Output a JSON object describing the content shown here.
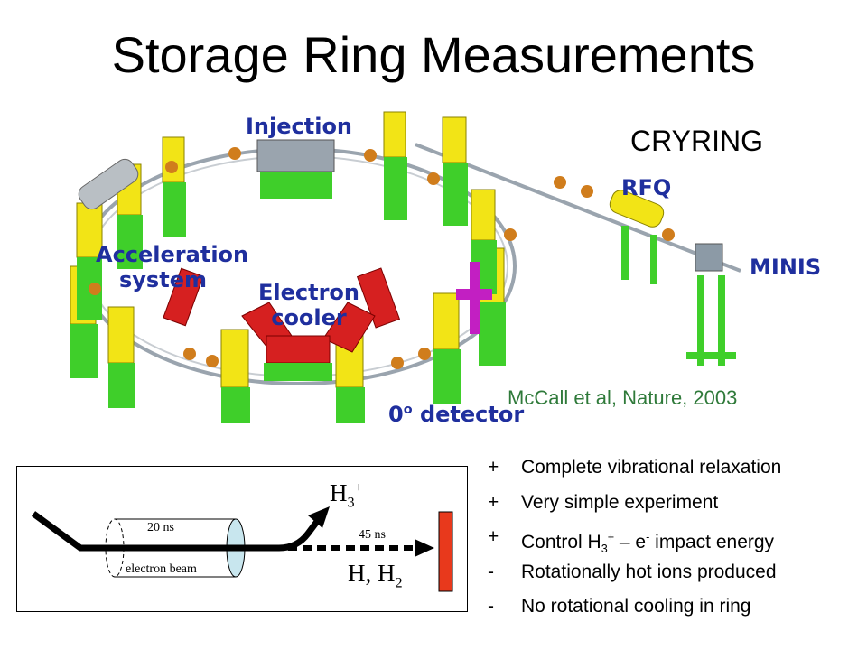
{
  "slide": {
    "title": "Storage Ring Measurements",
    "cryring_label": "CRYRING",
    "citation": "McCall et al, Nature, 2003"
  },
  "ring_labels": {
    "injection": "Injection",
    "rfq": "RFQ",
    "minis": "MINIS",
    "acceleration_line1": "Acceleration",
    "acceleration_line2": "system",
    "electron_cooler_line1": "Electron",
    "electron_cooler_line2": "cooler",
    "detector_zero": "0",
    "detector_degree": "o",
    "detector_text": "detector"
  },
  "beam_diagram": {
    "h3_base": "H",
    "h3_sub": "3",
    "h3_sup": "+",
    "h_h2_base": "H, H",
    "h_h2_sub": "2",
    "time_20": "20 ns",
    "time_45": "45 ns",
    "electron_beam": "electron beam"
  },
  "bullets": [
    {
      "mark": "+",
      "text": "Complete vibrational relaxation"
    },
    {
      "mark": "+",
      "text": "Very simple experiment"
    },
    {
      "mark": "+",
      "pre": "Control H",
      "sub": "3",
      "sup": "+",
      "mid": " – e",
      "sup2": "-",
      "post": " impact energy"
    },
    {
      "mark": "-",
      "text": "Rotationally hot ions produced"
    },
    {
      "mark": "-",
      "text": "No rotational cooling in ring"
    }
  ],
  "colors": {
    "label_blue": "#1f2f9e",
    "citation_green": "#2f7a3a",
    "magnet_yellow": "#f2e416",
    "stand_green": "#3fcf2a",
    "detector_red": "#e8391c"
  }
}
